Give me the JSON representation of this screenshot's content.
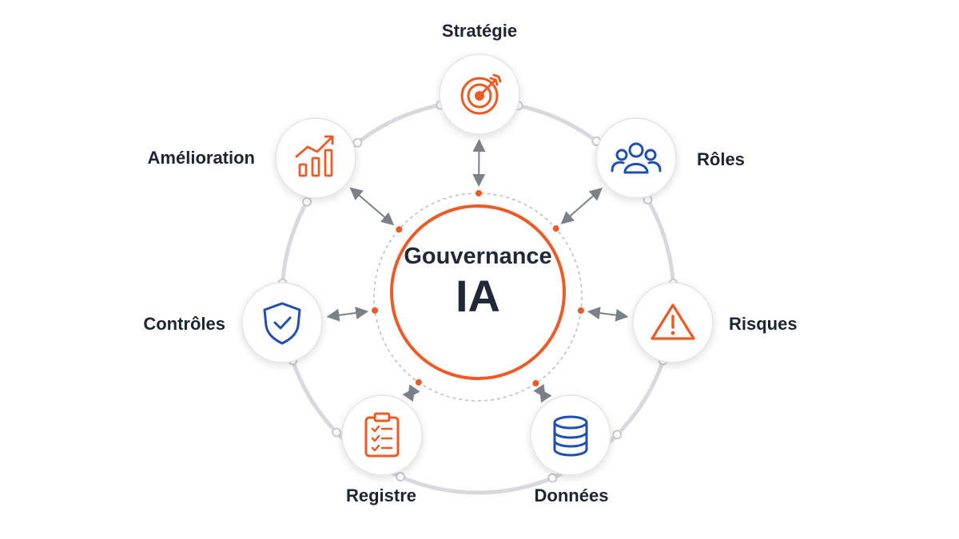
{
  "center": {
    "title": "Gouvernance",
    "subtitle": "IA"
  },
  "nodes": [
    {
      "id": "strategie",
      "label": "Stratégie",
      "icon": "target-icon"
    },
    {
      "id": "roles",
      "label": "Rôles",
      "icon": "users-icon"
    },
    {
      "id": "risques",
      "label": "Risques",
      "icon": "warning-icon"
    },
    {
      "id": "donnees",
      "label": "Données",
      "icon": "database-icon"
    },
    {
      "id": "registre",
      "label": "Registre",
      "icon": "clipboard-checklist-icon"
    },
    {
      "id": "controles",
      "label": "Contrôles",
      "icon": "shield-check-icon"
    },
    {
      "id": "amelioration",
      "label": "Amélioration",
      "icon": "growth-chart-icon"
    }
  ],
  "colors": {
    "accent": "#ef5a24",
    "blue": "#1f4fb5",
    "ring": "#d7d9de",
    "arrow": "#7b8089",
    "text": "#1d2433"
  }
}
